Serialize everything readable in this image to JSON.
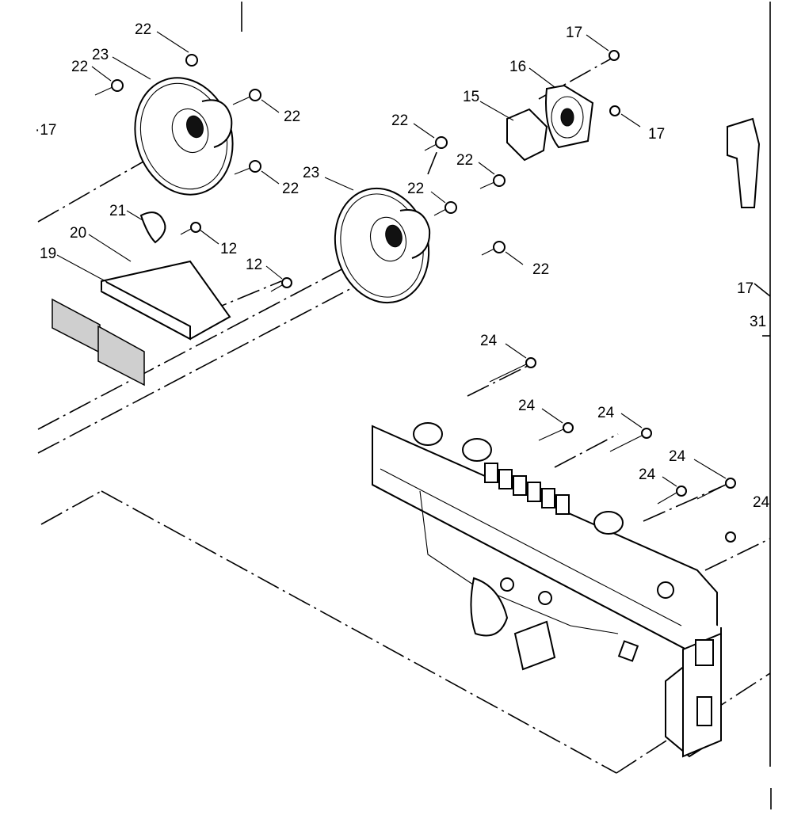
{
  "labels": {
    "c1": "22",
    "c2": "23",
    "c3": "22",
    "c4": "·17",
    "c5": "22",
    "c6": "22",
    "c7": "21",
    "c8": "12",
    "c9": "20",
    "c10": "19",
    "c11": "12",
    "c12": "17",
    "c13": "16",
    "c14": "15",
    "c15": "17",
    "c16": "22",
    "c17": "23",
    "c18": "22",
    "c19": "22",
    "c20": "22",
    "c21": "17",
    "c22": "31",
    "c23": "24",
    "c24": "24",
    "c25": "24",
    "c26": "24",
    "c27": "24",
    "c28": "24"
  }
}
